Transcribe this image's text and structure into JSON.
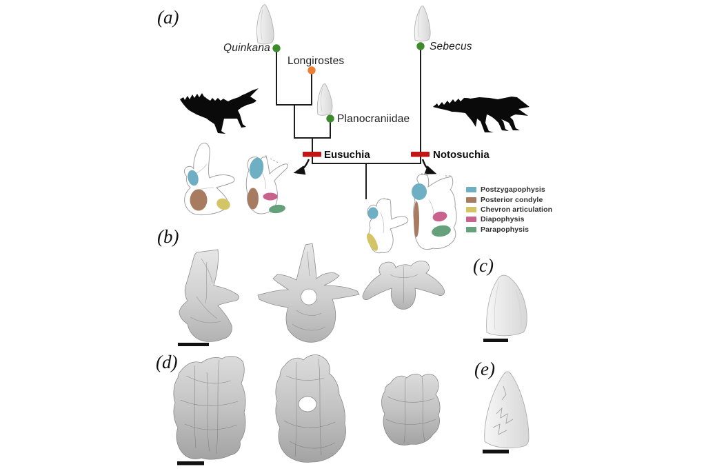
{
  "figure": {
    "panel_labels": {
      "a": "(a)",
      "b": "(b)",
      "c": "(c)",
      "d": "(d)",
      "e": "(e)"
    },
    "phylogeny": {
      "line_color": "#1c1c1c",
      "taxa": [
        {
          "name": "Quinkana",
          "dot_color": "#3e8b2d"
        },
        {
          "name": "Longirostes",
          "dot_color": "#ed7d31"
        },
        {
          "name": "Planocraniidae",
          "dot_color": "#3e8b2d"
        },
        {
          "name": "Sebecus",
          "dot_color": "#3e8b2d"
        }
      ],
      "clades": [
        {
          "name": "Eusuchia",
          "bar_color": "#c01616"
        },
        {
          "name": "Notosuchia",
          "bar_color": "#c01616"
        }
      ]
    },
    "legend": {
      "items": [
        {
          "label": "Postzygapophysis",
          "color": "#6fafc4"
        },
        {
          "label": "Posterior condyle",
          "color": "#a67b5f"
        },
        {
          "label": "Chevron articulation",
          "color": "#d3c566"
        },
        {
          "label": "Diapophysis",
          "color": "#c9638d"
        },
        {
          "label": "Parapophysis",
          "color": "#67a17b"
        }
      ]
    }
  }
}
